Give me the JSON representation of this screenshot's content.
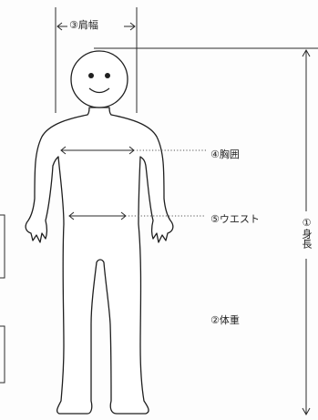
{
  "labels": {
    "shoulder_width": "③肩幅",
    "chest": "④胸囲",
    "waist": "⑤ウエスト",
    "weight": "②体重",
    "height": "①身長"
  },
  "colors": {
    "line": "#2a2a2a",
    "background": "#fdfdfd"
  }
}
